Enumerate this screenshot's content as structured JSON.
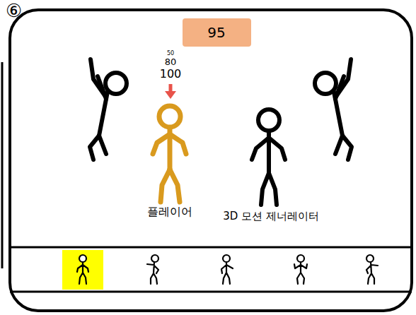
{
  "diagram": {
    "nodes": [
      {
        "text": [
          "95"
        ]
      }
    ],
    "labels": [
      "⑥",
      "50",
      "80",
      "100",
      "플레이어",
      "3D 모션 제너레이터"
    ]
  }
}
